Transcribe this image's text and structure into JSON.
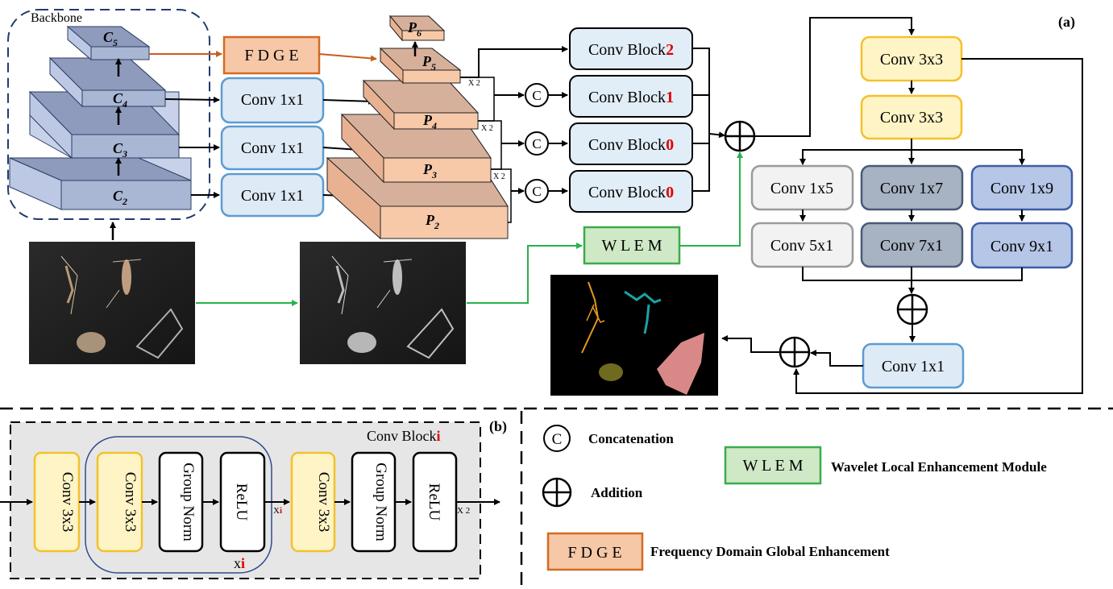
{
  "panel_a": {
    "label": "(a)",
    "backbone_label": "Backbone",
    "c_levels": [
      {
        "base": "C",
        "sub": "5"
      },
      {
        "base": "C",
        "sub": "4"
      },
      {
        "base": "C",
        "sub": "3"
      },
      {
        "base": "C",
        "sub": "2"
      }
    ],
    "p_levels": [
      {
        "base": "P",
        "sub": "6"
      },
      {
        "base": "P",
        "sub": "5"
      },
      {
        "base": "P",
        "sub": "4"
      },
      {
        "base": "P",
        "sub": "3"
      },
      {
        "base": "P",
        "sub": "2"
      }
    ],
    "fdge": "F D G E",
    "wlem": "W L E M",
    "lateral_convs": [
      "Conv 1x1",
      "Conv 1x1",
      "Conv 1x1"
    ],
    "upsample": "X 2",
    "concat_symbol": "C",
    "conv_blocks": [
      {
        "prefix": "Conv Block",
        "index": "2"
      },
      {
        "prefix": "Conv Block",
        "index": "1"
      },
      {
        "prefix": "Conv Block",
        "index": "0"
      },
      {
        "prefix": "Conv Block",
        "index": "0"
      }
    ],
    "head": {
      "conv3x3_a": "Conv 3x3",
      "conv3x3_b": "Conv 3x3",
      "branch_top": [
        "Conv 1x5",
        "Conv 1x7",
        "Conv 1x9"
      ],
      "branch_bottom": [
        "Conv 5x1",
        "Conv 7x1",
        "Conv 9x1"
      ],
      "conv1x1": "Conv 1x1"
    }
  },
  "panel_b": {
    "label": "(b)",
    "title_prefix": "Conv Block",
    "title_index": "i",
    "blocks": [
      "Conv 3x3",
      "Conv 3x3",
      "Group Norm",
      "ReLU",
      "Conv 3x3",
      "Group Norm",
      "ReLU"
    ],
    "repeat_prefix": "x",
    "repeat_index": "i",
    "mid_x_prefix": "X",
    "mid_x_index": "i",
    "out_x": "X 2"
  },
  "legend": {
    "concat_symbol": "C",
    "concat_label": "Concatenation",
    "addition_label": "Addition",
    "wlem_box": "W L E M",
    "wlem_label": "Wavelet Local Enhancement Module",
    "fdge_box": "F D G E",
    "fdge_label": "Frequency Domain Global Enhancement"
  },
  "colors": {
    "backbone_face": "#a9b6d4",
    "backbone_top": "#8e9bbd",
    "pyramid_face": "#f7c9a9",
    "pyramid_top": "#d7b09b",
    "fdge_border": "#d26b23",
    "fdge_fill": "#f6c8a7",
    "wlem_border": "#3aac4a",
    "wlem_fill": "#cfe8c6",
    "lateral_border": "#5d9bd1",
    "lateral_fill": "#deeaf6",
    "conv3x3_border": "#f3c12c",
    "conv3x3_fill": "#fff4c6",
    "gray_border": "#9a9a9a",
    "gray_fill": "#f2f2f2",
    "slate_border": "#485a78",
    "slate_fill": "#a7b2c3",
    "blue_border": "#3e5ca8",
    "blue_fill": "#b6c6e6",
    "accent_red": "#e00000",
    "green_arrow": "#28b24b",
    "orange_arrow": "#c85d1e"
  }
}
